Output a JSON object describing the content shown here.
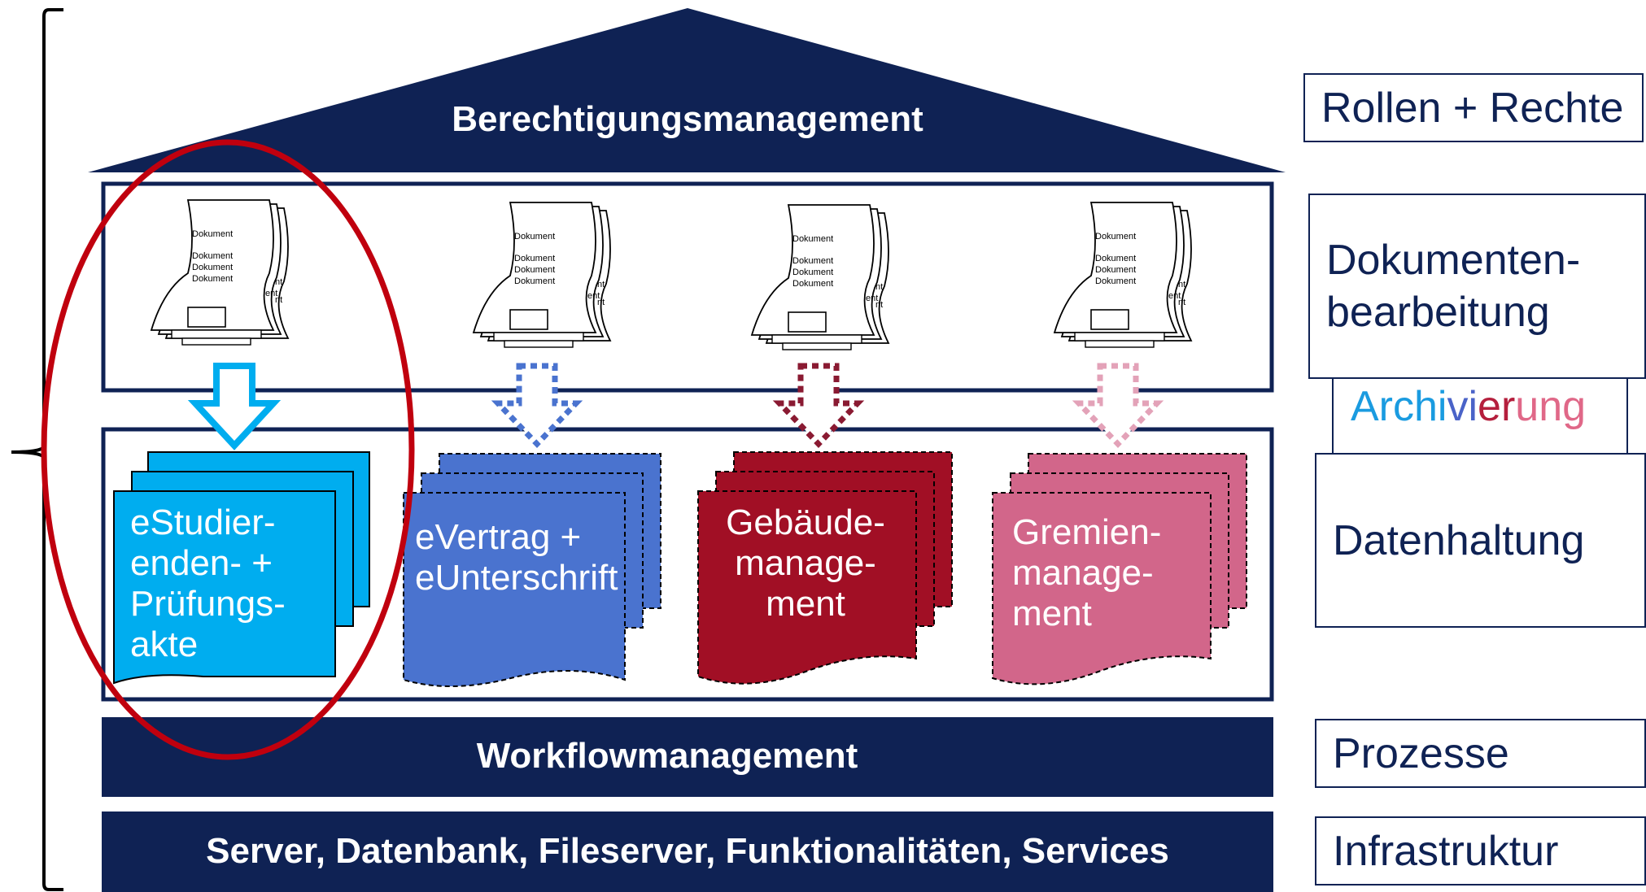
{
  "roof": {
    "title": "Berechtigungsmanagement"
  },
  "document_icon": {
    "lines": [
      "Dokument",
      "Dokument",
      "Dokument",
      "Dokument"
    ]
  },
  "file_stacks": [
    {
      "label": "eStudier-\nenden- +\nPrüfungs-\nakte",
      "color": "#00adef"
    },
    {
      "label": "eVertrag +\neUnterschrift",
      "color": "#4a73cf"
    },
    {
      "label": "Gebäude-\nmanage-\nment",
      "color": "#a10f25"
    },
    {
      "label": "Gremien-\nmanage-\nment",
      "color": "#d2668a"
    }
  ],
  "workflow_bar": {
    "title": "Workflowmanagement"
  },
  "infra_bar": {
    "title": "Server, Datenbank, Fileserver, Funktionalitäten, Services"
  },
  "side_labels": {
    "rollen": "Rollen + Rechte",
    "dokumenten": "Dokumenten-\nbearbeitung",
    "archivierung": [
      {
        "text": "Archi",
        "color": "#1a9be0"
      },
      {
        "text": "vi",
        "color": "#4a63c8"
      },
      {
        "text": "er",
        "color": "#b51f3d"
      },
      {
        "text": "ung",
        "color": "#e06888"
      }
    ],
    "datenhaltung": "Datenhaltung",
    "prozesse": "Prozesse",
    "infrastruktur": "Infrastruktur"
  },
  "colors": {
    "navy": "#0f2254",
    "highlight_ellipse": "#c0000e",
    "arrow_solid": "#00adef",
    "arrow_blue": "#4a73cf",
    "arrow_red": "#8a1a32",
    "arrow_pink": "#e3a2b8"
  }
}
